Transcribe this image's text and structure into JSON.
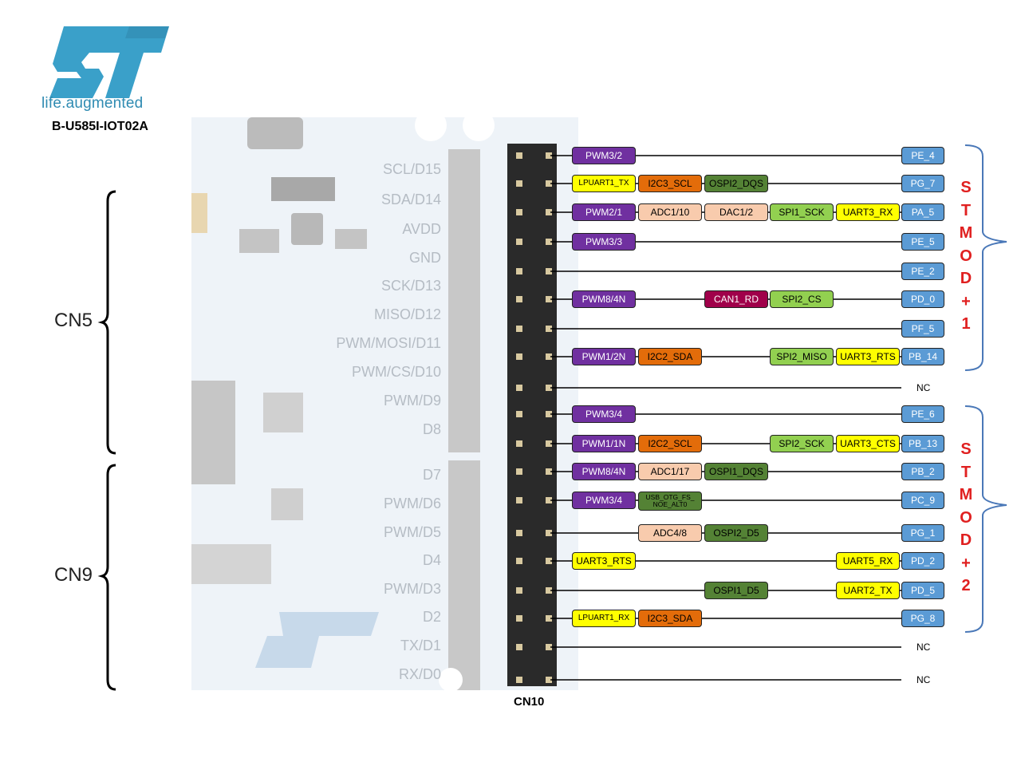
{
  "brand": {
    "tagline": "life.augmented"
  },
  "board_name": "B-U585I-IOT02A",
  "connectors": {
    "left_top": "CN5",
    "left_bottom": "CN9",
    "bottom": "CN10"
  },
  "board_labels": [
    "SCL/D15",
    "SDA/D14",
    "AVDD",
    "GND",
    "SCK/D13",
    "MISO/D12",
    "PWM/MOSI/D11",
    "PWM/CS/D10",
    "PWM/D9",
    "D8",
    "D7",
    "PWM/D6",
    "PWM/D5",
    "D4",
    "PWM/D3",
    "D2",
    "TX/D1",
    "RX/D0"
  ],
  "stmod": {
    "top": [
      "S",
      "T",
      "M",
      "O",
      "D",
      "+",
      "1"
    ],
    "bottom": [
      "S",
      "T",
      "M",
      "O",
      "D",
      "+",
      "2"
    ]
  },
  "colors": {
    "pwm": "#7030a0",
    "i2c": "#e36c0a",
    "adc": "#f8cbad",
    "ospi": "#548235",
    "spi": "#92d050",
    "uart": "#ffff00",
    "can": "#a0004a",
    "port": "#5b9bd5"
  },
  "rows": [
    {
      "port": "PE_4",
      "tags": [
        [
          "pwm",
          "PWM3/2"
        ]
      ]
    },
    {
      "port": "PG_7",
      "tags": [
        [
          "uart",
          "LPUART1_TX"
        ],
        [
          "i2c",
          "I2C3_SCL"
        ],
        [
          "ospi",
          "OSPI2_DQS"
        ]
      ]
    },
    {
      "port": "PA_5",
      "tags": [
        [
          "pwm",
          "PWM2/1"
        ],
        [
          "adc",
          "ADC1/10"
        ],
        [
          "adc",
          "DAC1/2"
        ],
        [
          "spi",
          "SPI1_SCK"
        ],
        [
          "uart",
          "UART3_RX"
        ]
      ]
    },
    {
      "port": "PE_5",
      "tags": [
        [
          "pwm",
          "PWM3/3"
        ]
      ]
    },
    {
      "port": "PE_2",
      "tags": []
    },
    {
      "port": "PD_0",
      "tags": [
        [
          "pwm",
          "PWM8/4N"
        ],
        [
          "can",
          "CAN1_RD"
        ],
        [
          "spi",
          "SPI2_CS"
        ]
      ]
    },
    {
      "port": "PF_5",
      "tags": []
    },
    {
      "port": "PB_14",
      "tags": [
        [
          "pwm",
          "PWM1/2N"
        ],
        [
          "i2c",
          "I2C2_SDA"
        ],
        [
          "spi",
          "SPI2_MISO"
        ],
        [
          "uart",
          "UART3_RTS"
        ]
      ]
    },
    {
      "port": "",
      "nc": "NC",
      "tags": []
    },
    {
      "port": "PE_6",
      "tags": [
        [
          "pwm",
          "PWM3/4"
        ]
      ]
    },
    {
      "port": "PB_13",
      "tags": [
        [
          "pwm",
          "PWM1/1N"
        ],
        [
          "i2c",
          "I2C2_SCL"
        ],
        [
          "spi",
          "SPI2_SCK"
        ],
        [
          "uart",
          "UART3_CTS"
        ]
      ]
    },
    {
      "port": "PB_2",
      "tags": [
        [
          "pwm",
          "PWM8/4N"
        ],
        [
          "adc",
          "ADC1/17"
        ],
        [
          "ospi",
          "OSPI1_DQS"
        ]
      ]
    },
    {
      "port": "PC_9",
      "tags": [
        [
          "pwm",
          "PWM3/4"
        ],
        [
          "ospi",
          "USB_OTG_FS_ NOE_ALT0"
        ]
      ]
    },
    {
      "port": "PG_1",
      "tags": [
        [
          "adc",
          "ADC4/8"
        ],
        [
          "ospi",
          "OSPI2_D5"
        ]
      ]
    },
    {
      "port": "PD_2",
      "tags": [
        [
          "uart",
          "UART3_RTS"
        ],
        [
          "uart",
          "UART5_RX"
        ]
      ]
    },
    {
      "port": "PD_5",
      "tags": [
        [
          "ospi",
          "OSPI1_D5"
        ],
        [
          "uart",
          "UART2_TX"
        ]
      ]
    },
    {
      "port": "PG_8",
      "tags": [
        [
          "uart",
          "LPUART1_RX"
        ],
        [
          "i2c",
          "I2C3_SDA"
        ]
      ]
    },
    {
      "port": "",
      "nc": "NC",
      "tags": []
    },
    {
      "port": "",
      "nc": "NC",
      "tags": []
    }
  ]
}
